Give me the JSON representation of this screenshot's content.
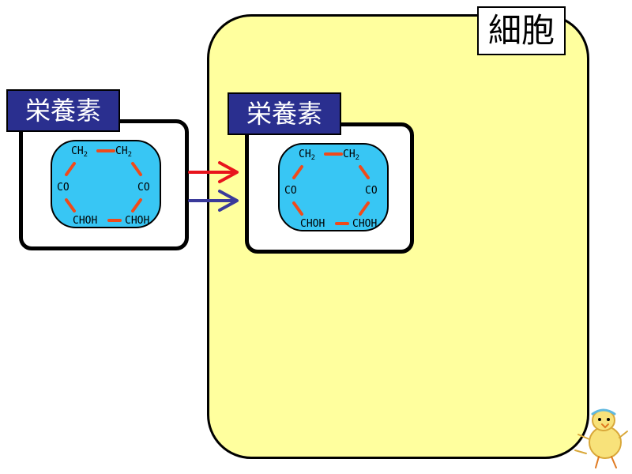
{
  "cell": {
    "label": "細胞"
  },
  "nutrients": [
    {
      "tag": "栄養素",
      "molecule": {
        "top_left": "CH2",
        "top_right": "CH2",
        "left": "CO",
        "right": "CO",
        "bottom_left": "CHOH",
        "bottom_right": "CHOH"
      }
    },
    {
      "tag": "栄養素",
      "molecule": {
        "top_left": "CH2",
        "top_right": "CH2",
        "left": "CO",
        "right": "CO",
        "bottom_left": "CHOH",
        "bottom_right": "CHOH"
      }
    }
  ],
  "colors": {
    "cell_fill": "#ffff9e",
    "tag_fill": "#2a2f8f",
    "molecule_fill": "#38c6f4",
    "bond": "#f04a1a",
    "arrow_red": "#e8141c",
    "arrow_blue": "#3a3a9a"
  }
}
